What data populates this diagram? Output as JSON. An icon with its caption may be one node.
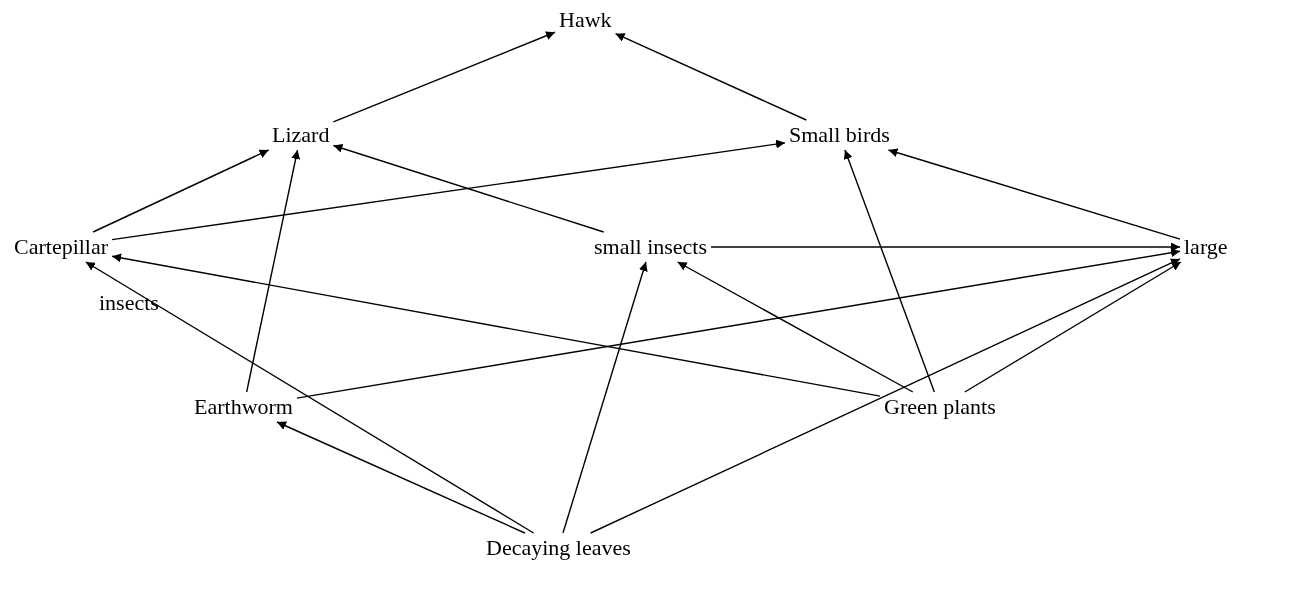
{
  "diagram": {
    "nodes": [
      {
        "text": [
          "Hawk"
        ]
      },
      {
        "text": [
          "Lizard"
        ]
      },
      {
        "text": [
          "Small birds"
        ]
      },
      {
        "text": [
          "Cartepillar"
        ]
      },
      {
        "text": [
          "small insects"
        ]
      },
      {
        "text": [
          "large"
        ]
      },
      {
        "text": [
          "Earthworm"
        ]
      },
      {
        "text": [
          "Green plants"
        ]
      },
      {
        "text": [
          "Decaying leaves"
        ]
      }
    ],
    "edges": [
      {
        "from": 3,
        "to": 1,
        "arrow": "to"
      },
      {
        "from": 1,
        "to": 0,
        "arrow": "to"
      },
      {
        "from": 2,
        "to": 0,
        "arrow": "to"
      },
      {
        "from": 6,
        "to": 1,
        "arrow": "to"
      },
      {
        "from": 4,
        "to": 1,
        "arrow": "to"
      },
      {
        "from": 3,
        "to": 2,
        "arrow": "to"
      },
      {
        "from": 7,
        "to": 3,
        "arrow": "to"
      },
      {
        "from": 8,
        "to": 3,
        "arrow": "to"
      },
      {
        "from": 8,
        "to": 6,
        "arrow": "to"
      },
      {
        "from": 8,
        "to": 4,
        "arrow": "to"
      },
      {
        "from": 8,
        "to": 5,
        "arrow": "to"
      },
      {
        "from": 6,
        "to": 5,
        "arrow": "to"
      },
      {
        "from": 7,
        "to": 4,
        "arrow": "to"
      },
      {
        "from": 4,
        "to": 5,
        "arrow": "to"
      },
      {
        "from": 7,
        "to": 2,
        "arrow": "to"
      },
      {
        "from": 5,
        "to": 2,
        "arrow": "to"
      },
      {
        "from": 7,
        "to": 5,
        "arrow": "to"
      }
    ],
    "labels": [
      "insects"
    ]
  }
}
